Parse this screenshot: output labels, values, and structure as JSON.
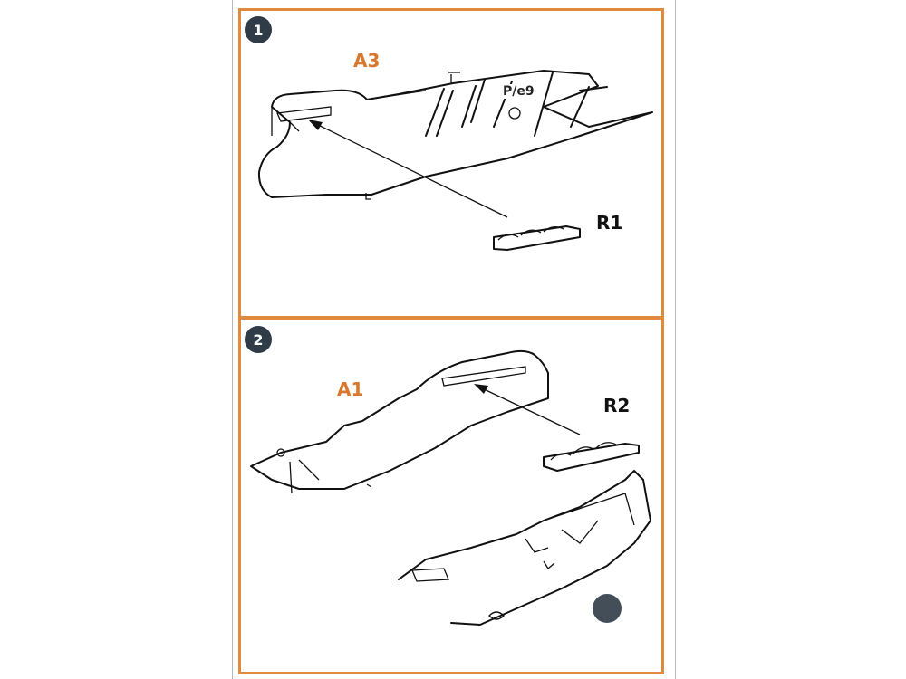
{
  "steps": [
    {
      "number": "1",
      "part_code": "A3",
      "part_label": "R1",
      "marking": "P/e9"
    },
    {
      "number": "2",
      "part_code": "A1",
      "part_label": "R2"
    }
  ],
  "colors": {
    "frame": "#e08a3c",
    "badge": "#2f3b47",
    "part_code": "#d9782c"
  }
}
